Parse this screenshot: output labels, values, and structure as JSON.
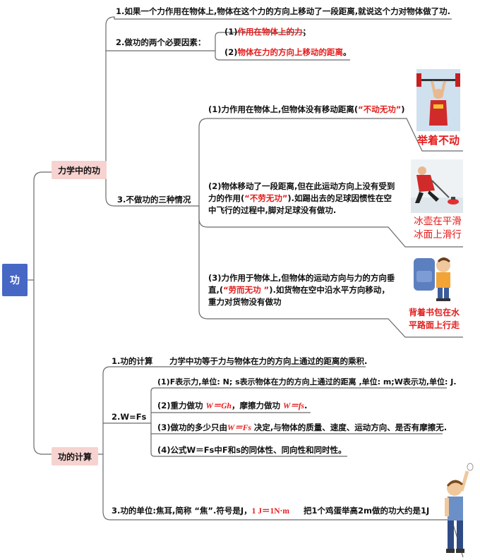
{
  "root": {
    "label": "功"
  },
  "mechanical_work": {
    "label": "力学中的功",
    "definition": "1.如果一个力作用在物体上,物体在这个力的方向上移动了一段距离,就说这个力对物体做了功.",
    "factors": {
      "label": "2.做功的两个必要因素：",
      "item1_prefix": "(1)",
      "item1_text": "作用在物体上的力",
      "item1_suffix": "；",
      "item2_prefix": "(2)",
      "item2_text": "物体在力的方向上移动的距离",
      "item2_suffix": "。"
    },
    "no_work": {
      "label": "3.不做功的三种情况",
      "case1_pre": "(1)力作用在物体上,但物体没有移动距离(",
      "case1_key": "“不动无功”",
      "case1_post": ")",
      "case1_caption": "举着不动",
      "case2_line1": "(2)物体移动了一段距离,但在此运动方向上没有受到",
      "case2_l2_pre": "力的作用(",
      "case2_key": "“不劳无功”",
      "case2_l2_post": ").如踢出去的足球因惯性在空",
      "case2_line3": "中飞行的过程中,脚对足球没有做功.",
      "case2_caption_line1": "冰壶在平滑",
      "case2_caption_line2": "冰面上滑行",
      "case3_line1": "(3)力作用于物体上,但物体的运动方向与力的方向垂",
      "case3_l2_pre": "直,(",
      "case3_key": "“劳而无功 ”",
      "case3_l2_post": ").如货物在空中沿水平方向移动，",
      "case3_line3": "重力对货物没有做功",
      "case3_caption_line1": "背着书包在水",
      "case3_caption_line2": "平路面上行走"
    }
  },
  "work_calc": {
    "label": "功的计算",
    "calc1_label": "1.功的计算",
    "calc1_text": "力学中功等于力与物体在力的方向上通过的距离的乘积.",
    "formula": {
      "label": "2.W=Fs",
      "item1": "(1)F表示力,单位: N; s表示物体在力的方向上通过的距离 ,单位: m;W表示功,单位: J.",
      "item2_pre": "(2)重力做功 ",
      "item2_f1": "W＝Gh",
      "item2_mid": "，摩擦力做功 ",
      "item2_f2": "W＝fs",
      "item2_post": ".",
      "item3_pre": "(3)做功的多少只由",
      "item3_f": "W＝Fs",
      "item3_post": " 决定,与物体的质量、速度、运动方向、是否有摩擦无.",
      "item4": "(4)公式W＝Fs中F和s的同体性、同向性和同时性。"
    },
    "unit_pre": "3.功的单位:焦耳,简称 “焦”.符号是J，",
    "unit_eq": "1 J＝1N·m",
    "unit_example": "把1个鸡蛋举高2m做的功大约是1J"
  },
  "colors": {
    "root": "#4767c5",
    "category": "#f6d3d0",
    "highlight": "#e41b1b",
    "line": "#6a6a6a"
  }
}
